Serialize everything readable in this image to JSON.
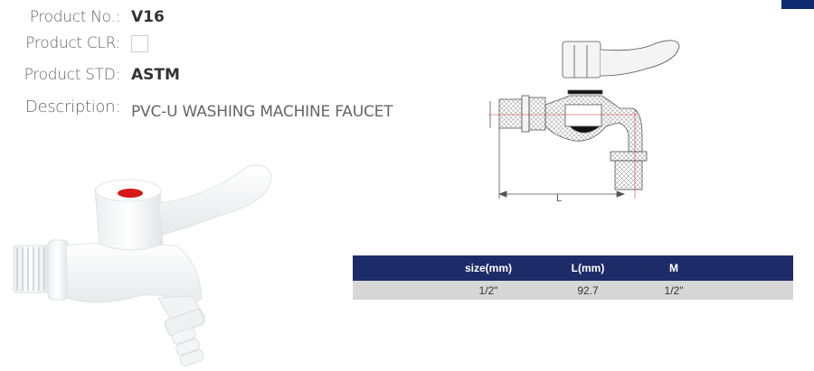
{
  "product": {
    "fields": [
      {
        "label": "Product No.:",
        "value": "V16"
      },
      {
        "label": "Product CLR:",
        "value": ""
      },
      {
        "label": "Product STD:",
        "value": "ASTM"
      },
      {
        "label": "Description:",
        "value": "PVC-U WASHING MACHINE FAUCET"
      }
    ],
    "color_swatch": "#ffffff"
  },
  "images": {
    "photo": "white-pvc-faucet-photo",
    "drawing": "faucet-technical-drawing",
    "drawing_dimension_label": "L"
  },
  "table": {
    "headers": [
      "size(mm)",
      "L(mm)",
      "M"
    ],
    "rows": [
      [
        "1/2\"",
        "92.7",
        "1/2\""
      ]
    ]
  },
  "colors": {
    "table_header": "#1d2b68",
    "table_row": "#d7d7d7",
    "corner_tab": "#0d2b6e",
    "handle_cap": "#d61818"
  }
}
